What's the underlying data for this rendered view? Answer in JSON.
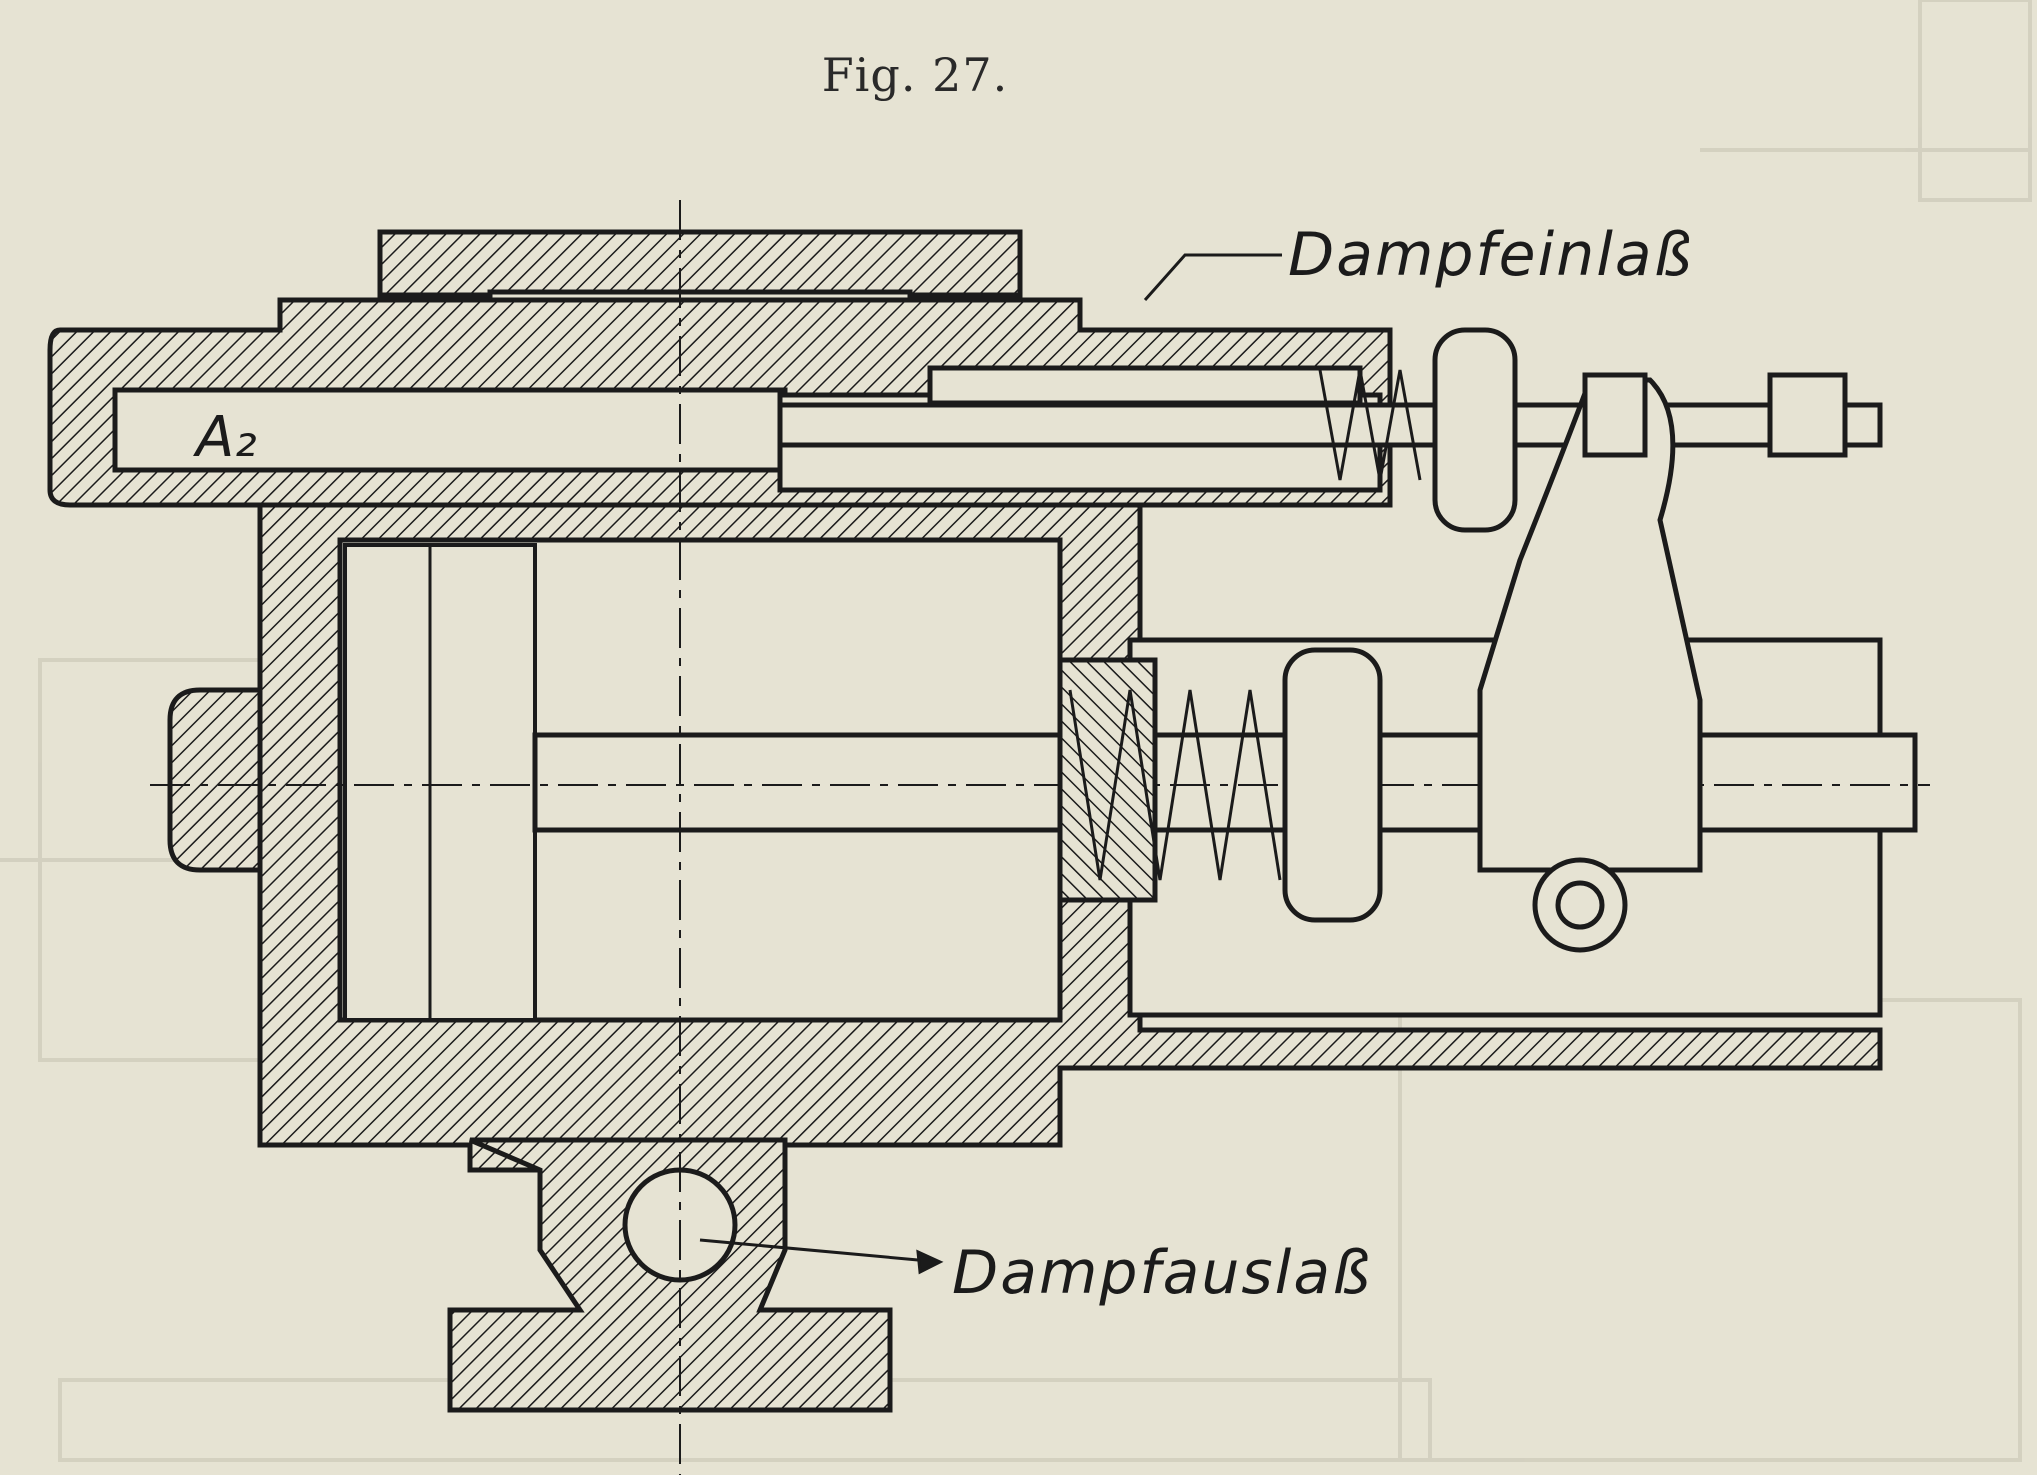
{
  "figure": {
    "caption": "Fig. 27.",
    "labels": {
      "inlet": "Dampfeinlaß",
      "outlet": "Dampfauslaß",
      "part": "A₂"
    }
  },
  "colors": {
    "paper": "#e6e3d3",
    "ink": "#1b1b1b",
    "ghost": "#c9c6b6"
  },
  "icons": [
    "hatch-section",
    "leader-arrow"
  ]
}
